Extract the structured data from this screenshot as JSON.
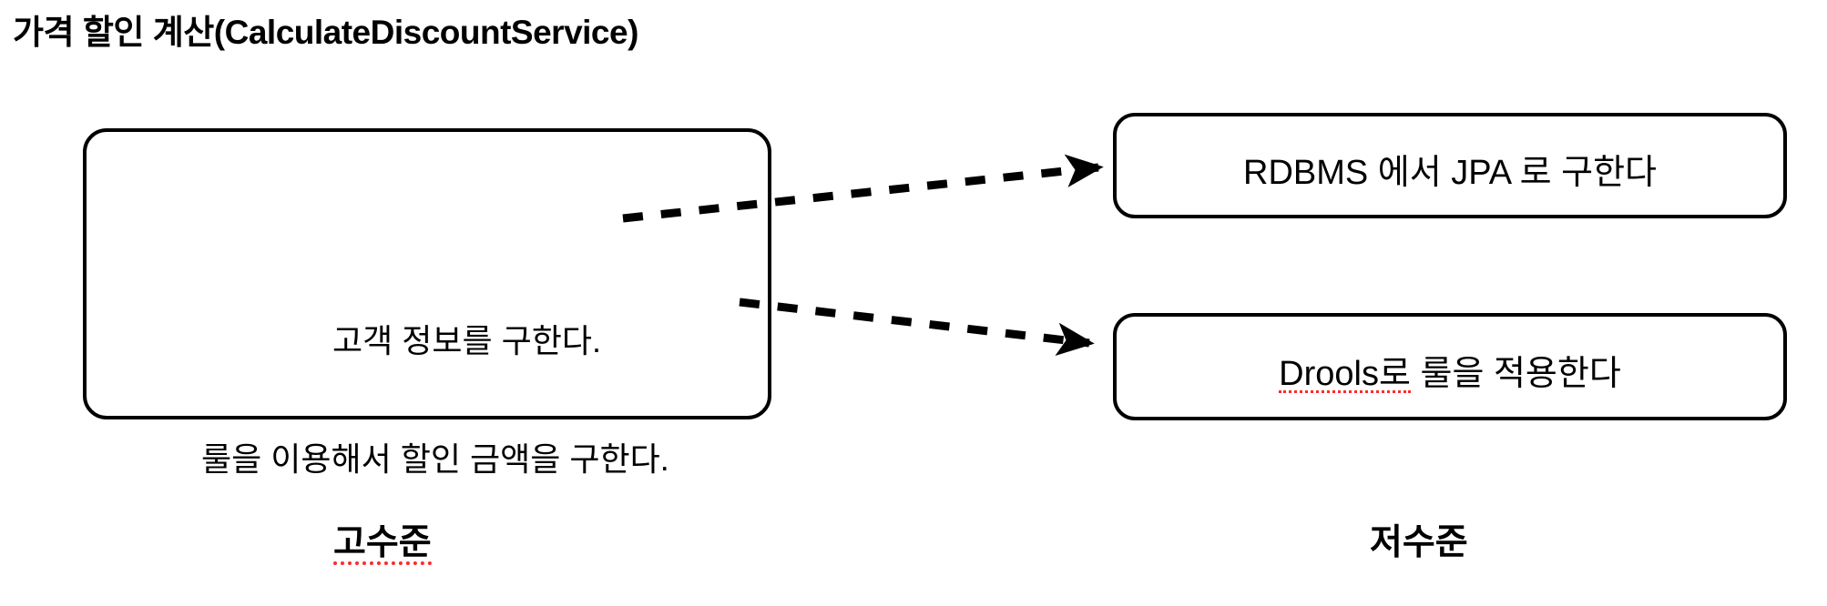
{
  "slide": {
    "title": "가격 할인 계산(CalculateDiscountService)"
  },
  "high_level": {
    "box_name": "high-level-service-box",
    "steps": [
      {
        "id": "get-customer-info",
        "text": "고객 정보를 구한다."
      },
      {
        "id": "calculate-discount-with-rules",
        "text": "룰을 이용해서 할인 금액을 구한다."
      }
    ],
    "caption": "고수준",
    "caption_misspelled": true
  },
  "low_level": {
    "boxes": [
      {
        "id": "rdbms-jpa-box",
        "text": "RDBMS 에서 JPA 로 구한다",
        "misspelled_part": "",
        "rest": "RDBMS 에서 JPA 로 구한다"
      },
      {
        "id": "drools-rule-box",
        "misspelled_part": "Drools로",
        "rest": " 룰을 적용한다"
      }
    ],
    "caption": "저수준",
    "caption_misspelled": false
  },
  "connections": [
    {
      "id": "arrow-customer-to-rdbms",
      "from": "get-customer-info",
      "to": "rdbms-jpa-box",
      "style": "dashed",
      "arrowhead": "filled-triangle"
    },
    {
      "id": "arrow-discount-to-drools",
      "from": "calculate-discount-with-rules",
      "to": "drools-rule-box",
      "style": "dashed",
      "arrowhead": "filled-triangle"
    }
  ],
  "colors": {
    "stroke": "#000000",
    "background": "#ffffff",
    "spellcheck_underline": "#ff2a2a"
  }
}
